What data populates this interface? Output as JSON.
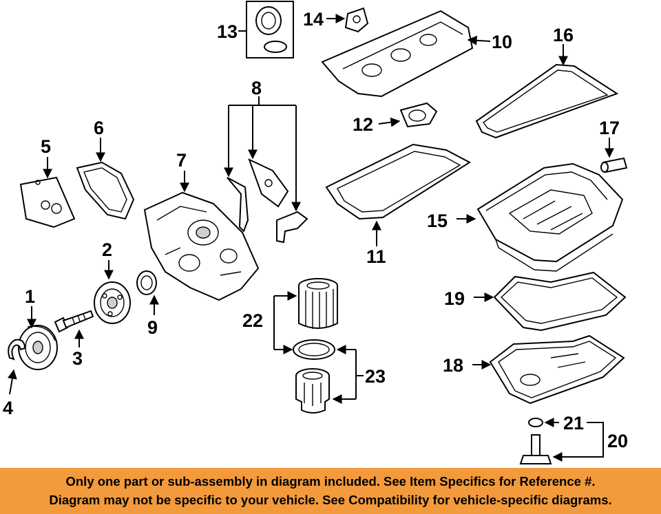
{
  "callouts": {
    "c1": "1",
    "c2": "2",
    "c3": "3",
    "c4": "4",
    "c5": "5",
    "c6": "6",
    "c7": "7",
    "c8": "8",
    "c9": "9",
    "c10": "10",
    "c11": "11",
    "c12": "12",
    "c13": "13",
    "c14": "14",
    "c15": "15",
    "c16": "16",
    "c17": "17",
    "c18": "18",
    "c19": "19",
    "c20": "20",
    "c21": "21",
    "c22": "22",
    "c23": "23"
  },
  "footer": {
    "line1": "Only one part or sub-assembly in diagram included. See Item Specifics for Reference #.",
    "line2": "Diagram may not be specific to your vehicle. See Compatibility for vehicle-specific diagrams."
  },
  "colors": {
    "footer_background": "#f39a3c",
    "ink": "#000000"
  }
}
